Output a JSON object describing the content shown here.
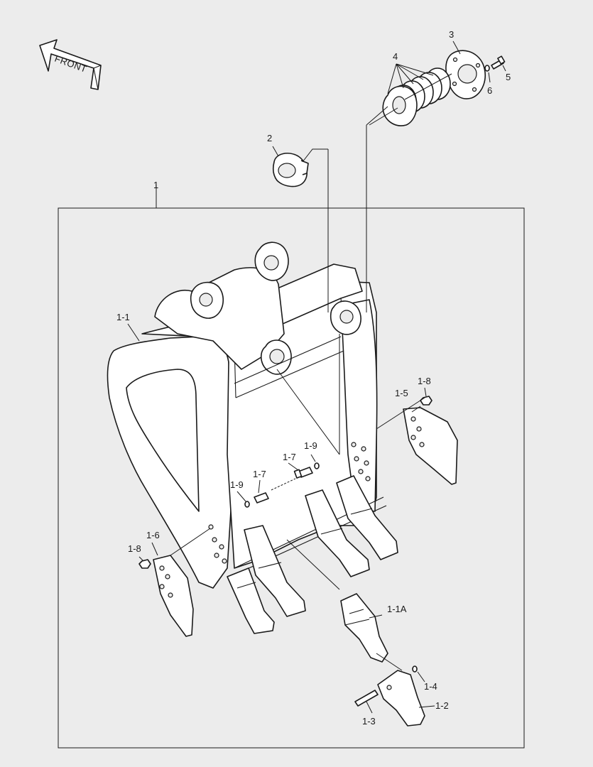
{
  "diagram": {
    "direction_label": "FRONT",
    "callouts": {
      "c1": "1",
      "c2": "2",
      "c3": "3",
      "c4": "4",
      "c5": "5",
      "c6": "6",
      "c1_1": "1-1",
      "c1_1A": "1-1A",
      "c1_2": "1-2",
      "c1_3": "1-3",
      "c1_4": "1-4",
      "c1_5": "1-5",
      "c1_6": "1-6",
      "c1_7a": "1-7",
      "c1_7b": "1-7",
      "c1_8a": "1-8",
      "c1_8b": "1-8",
      "c1_9a": "1-9",
      "c1_9b": "1-9"
    }
  }
}
